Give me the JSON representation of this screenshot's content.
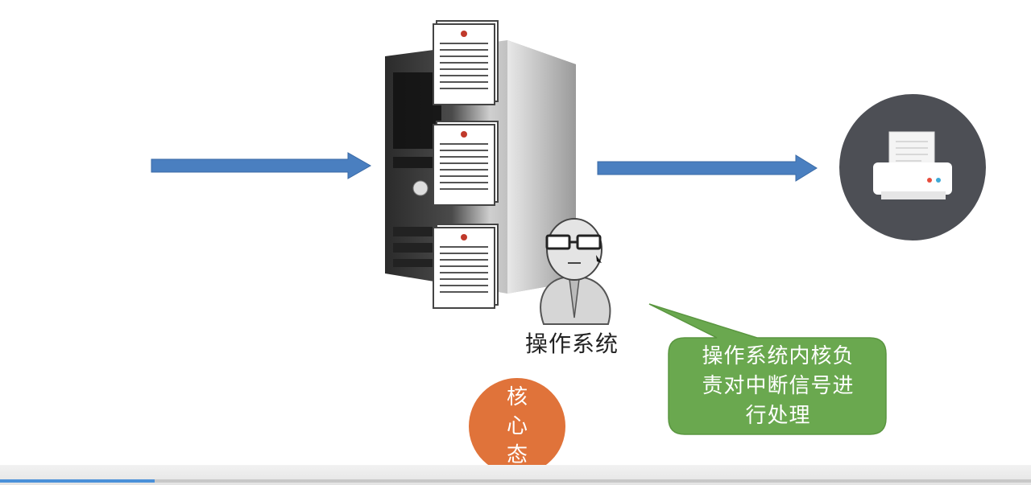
{
  "labels": {
    "operating_system": "操作系统",
    "callout_lines": [
      "操作系统内核负",
      "责对中断信号进",
      "行处理"
    ],
    "kernel_mode_chars": [
      "核",
      "心",
      "态"
    ]
  },
  "colors": {
    "arrow": "#4a7fc0",
    "callout_bg": "#6aa84f",
    "kernel_circle": "#e0733a",
    "printer_circle": "#4d4f55",
    "progress": "#4a90d9"
  },
  "playback": {
    "progress_fraction": 0.15
  }
}
